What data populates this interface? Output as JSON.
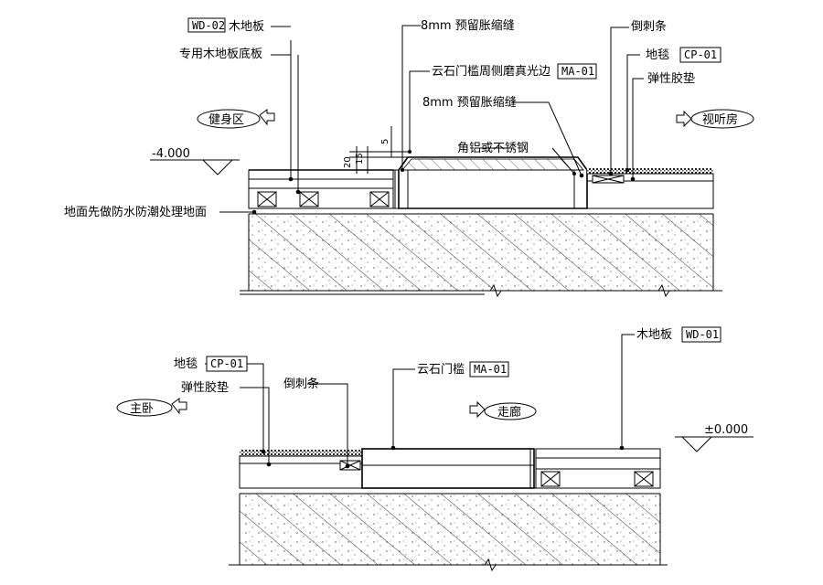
{
  "top_section": {
    "labels": {
      "wd02_tag": "WD-02",
      "wood_floor": "木地板",
      "wood_base": "专用木地板底板",
      "expansion_joint_top": "8mm 预留胀缩缝",
      "barb_strip": "倒刺条",
      "carpet": "地毯",
      "cp01_tag": "CP-01",
      "elastic_pad": "弹性胶垫",
      "marble_sill_edge": "云石门槛周侧磨真光边",
      "ma01_tag": "MA-01",
      "expansion_joint_mid": "8mm 预留胀缩缝",
      "angle_material": "角铝或不锈钢",
      "waterproof": "地面先做防水防潮处理地面"
    },
    "rooms": {
      "left": "健身区",
      "right": "视听房"
    },
    "elevation": "-4.000",
    "dims": {
      "d20": "20",
      "d15": "15",
      "d5": "5"
    }
  },
  "bottom_section": {
    "labels": {
      "carpet": "地毯",
      "cp01_tag": "CP-01",
      "elastic_pad": "弹性胶垫",
      "barb_strip": "倒刺条",
      "marble_sill": "云石门槛",
      "ma01_tag": "MA-01",
      "wood_floor": "木地板",
      "wd01_tag": "WD-01"
    },
    "rooms": {
      "left": "主卧",
      "right": "走廊"
    },
    "elevation": "±0.000"
  }
}
